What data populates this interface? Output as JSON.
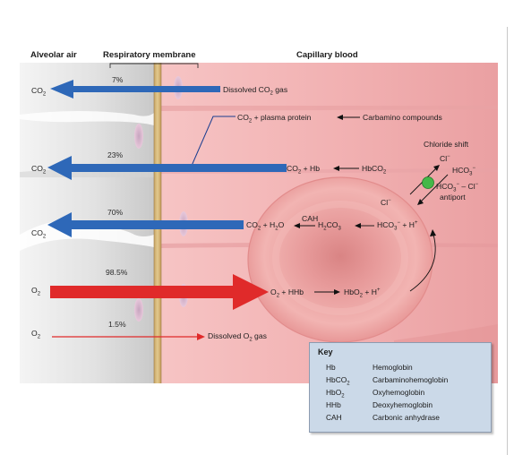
{
  "headers": {
    "alveolar": "Alveolar air",
    "membrane": "Respiratory membrane",
    "capillary": "Capillary blood"
  },
  "rows": [
    {
      "gas": "CO2",
      "percent": "7%",
      "destination": "Dissolved CO2 gas"
    },
    {
      "gas": "CO2",
      "percent": "23%",
      "destination": "CO2 + Hb"
    },
    {
      "gas": "CO2",
      "percent": "70%",
      "destination": "CO2 + H2O"
    },
    {
      "gas": "O2",
      "percent": "98.5%",
      "destination": "O2 + HHb"
    },
    {
      "gas": "O2",
      "percent": "1.5%",
      "destination": "Dissolved O2 gas"
    }
  ],
  "reactions": {
    "plasma": "CO2 + plasma protein",
    "carbamino": "Carbamino compounds",
    "co2hb": "CO2 + Hb",
    "hbco2": "HbCO2",
    "co2h2o": "CO2 + H2O",
    "cah": "CAH",
    "h2co3": "H2CO3",
    "hco3h": "HCO3− + H+",
    "o2hhb": "O2 + HHb",
    "hbo2h": "HbO2 + H+",
    "dissolved_o2": "Dissolved O2 gas",
    "chloride_shift": "Chloride shift",
    "cl_top": "Cl−",
    "hco3_right": "HCO3−",
    "cl_left": "Cl−",
    "exchange": "HCO3− – Cl−",
    "antiport": "antiport"
  },
  "key": {
    "title": "Key",
    "entries": [
      {
        "abbr": "Hb",
        "meaning": "Hemoglobin"
      },
      {
        "abbr": "HbCO2",
        "meaning": "Carbaminohemoglobin"
      },
      {
        "abbr": "HbO2",
        "meaning": "Oxyhemoglobin"
      },
      {
        "abbr": "HHb",
        "meaning": "Deoxyhemoglobin"
      },
      {
        "abbr": "CAH",
        "meaning": "Carbonic anhydrase"
      }
    ]
  },
  "colors": {
    "co2_arrow": "#2e68b8",
    "o2_arrow": "#e02a2a",
    "capillary": "#f2b8b8",
    "rbc": "#ef9a9a",
    "alveolar": "#e4e4e4",
    "membrane": "#d8b978",
    "antiport_dot": "#44b848"
  }
}
